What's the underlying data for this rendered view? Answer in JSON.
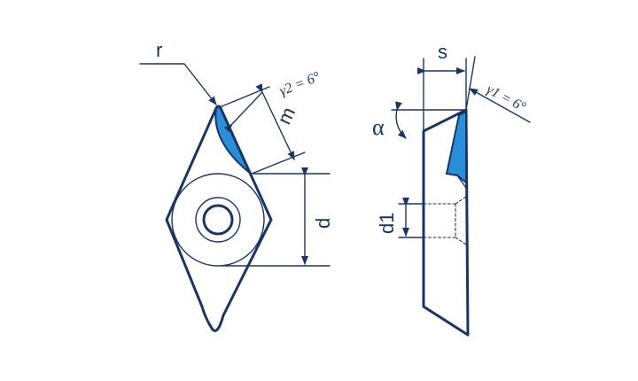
{
  "labels": {
    "r": "r",
    "gamma2": "γ2 = 6°",
    "m": "m",
    "d": "d",
    "s": "s",
    "alpha": "α",
    "gamma1": "γ1 = 6°",
    "d1": "d1"
  },
  "colors": {
    "line": "#1b3563",
    "accent": "#2a8fd8"
  }
}
